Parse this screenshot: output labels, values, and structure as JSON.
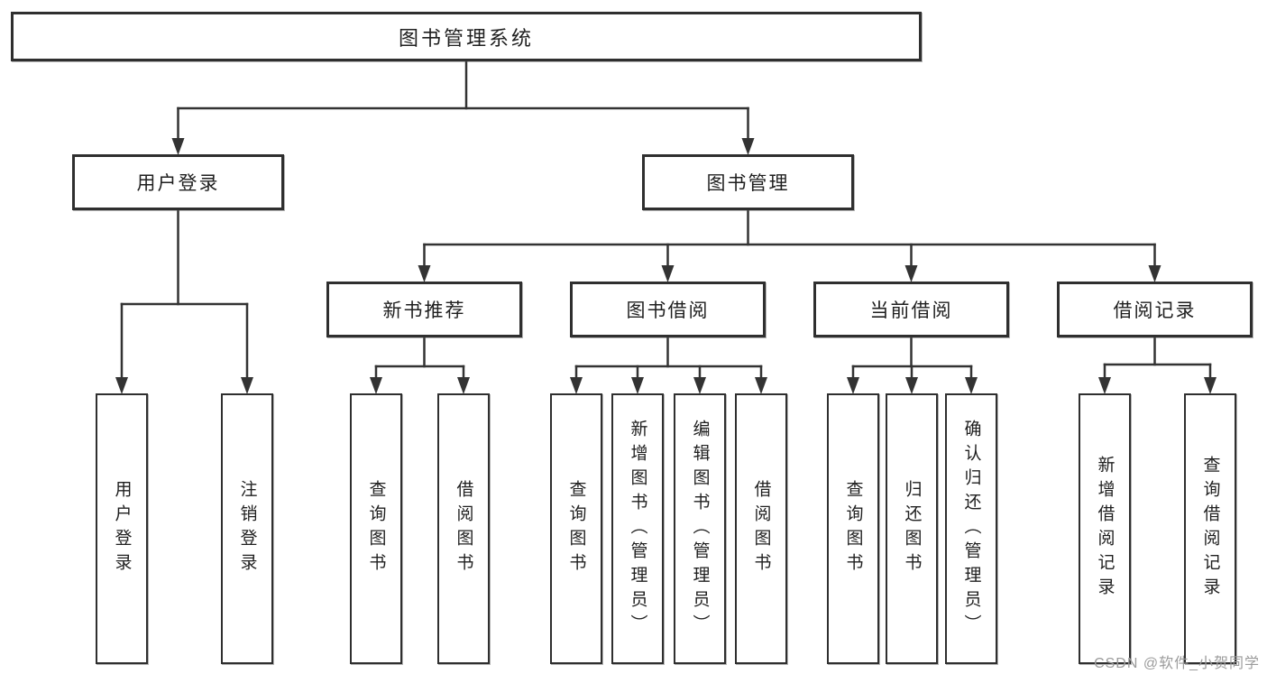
{
  "diagram": {
    "title": "图书管理系统",
    "level2": [
      {
        "label": "用户登录"
      },
      {
        "label": "图书管理"
      }
    ],
    "level3": [
      {
        "label": "新书推荐",
        "parent": "图书管理"
      },
      {
        "label": "图书借阅",
        "parent": "图书管理"
      },
      {
        "label": "当前借阅",
        "parent": "图书管理"
      },
      {
        "label": "借阅记录",
        "parent": "图书管理"
      }
    ],
    "leaves": [
      {
        "label": "用户登录",
        "parent": "用户登录"
      },
      {
        "label": "注销登录",
        "parent": "用户登录"
      },
      {
        "label": "查询图书",
        "parent": "新书推荐"
      },
      {
        "label": "借阅图书",
        "parent": "新书推荐"
      },
      {
        "label": "查询图书",
        "parent": "图书借阅"
      },
      {
        "label": "新增图书（管理员）",
        "parent": "图书借阅"
      },
      {
        "label": "编辑图书（管理员）",
        "parent": "图书借阅"
      },
      {
        "label": "借阅图书",
        "parent": "图书借阅"
      },
      {
        "label": "查询图书",
        "parent": "当前借阅"
      },
      {
        "label": "归还图书",
        "parent": "当前借阅"
      },
      {
        "label": "确认归还（管理员）",
        "parent": "当前借阅"
      },
      {
        "label": "新增借阅记录",
        "parent": "借阅记录"
      },
      {
        "label": "查询借阅记录",
        "parent": "借阅记录"
      }
    ]
  },
  "watermark": "CSDN @软件_小贺同学",
  "colors": {
    "line": "#333333",
    "box_border": "#2f2f2f",
    "text": "#1f1f1f",
    "watermark": "#9b9b9b",
    "background": "#ffffff"
  }
}
